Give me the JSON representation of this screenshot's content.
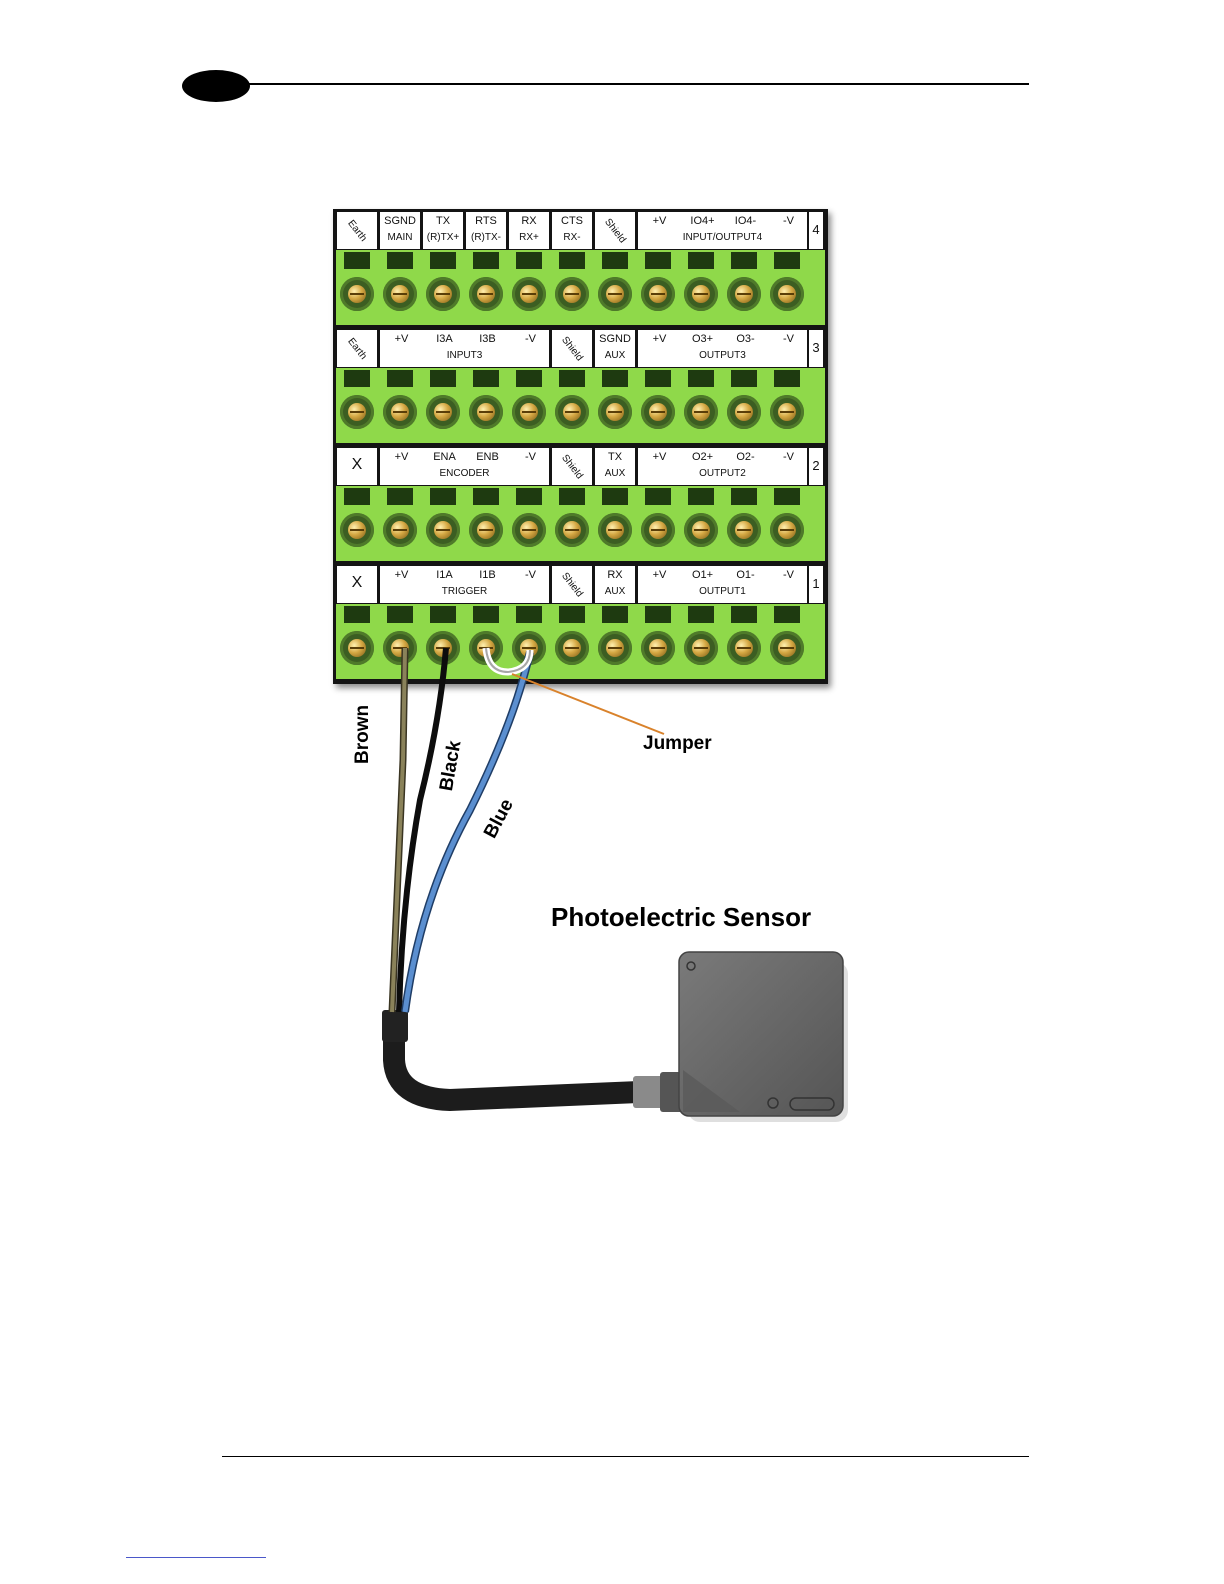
{
  "header": {
    "tab_marker": ""
  },
  "terminal_block": {
    "rows": [
      {
        "row_number": "4",
        "cells": [
          {
            "type": "rot",
            "text": "Earth"
          },
          {
            "type": "two",
            "top": "SGND",
            "bot": "MAIN"
          },
          {
            "type": "two",
            "top": "TX",
            "bot": "(R)TX+"
          },
          {
            "type": "two",
            "top": "RTS",
            "bot": "(R)TX-"
          },
          {
            "type": "two",
            "top": "RX",
            "bot": "RX+"
          },
          {
            "type": "two",
            "top": "CTS",
            "bot": "RX-"
          },
          {
            "type": "rot",
            "text": "Shield"
          }
        ],
        "group": {
          "subs": [
            "+V",
            "IO4+",
            "IO4-",
            "-V"
          ],
          "name": "INPUT/OUTPUT4"
        }
      },
      {
        "row_number": "3",
        "cells": [
          {
            "type": "rot",
            "text": "Earth"
          }
        ],
        "group_left": {
          "subs": [
            "+V",
            "I3A",
            "I3B",
            "-V"
          ],
          "name": "INPUT3"
        },
        "cells_mid": [
          {
            "type": "rot",
            "text": "Shield"
          },
          {
            "type": "two",
            "top": "SGND",
            "bot": "AUX"
          }
        ],
        "group": {
          "subs": [
            "+V",
            "O3+",
            "O3-",
            "-V"
          ],
          "name": "OUTPUT3"
        }
      },
      {
        "row_number": "2",
        "cells": [
          {
            "type": "big",
            "text": "X"
          }
        ],
        "group_left": {
          "subs": [
            "+V",
            "ENA",
            "ENB",
            "-V"
          ],
          "name": "ENCODER"
        },
        "cells_mid": [
          {
            "type": "rot",
            "text": "Shield"
          },
          {
            "type": "two",
            "top": "TX",
            "bot": "AUX"
          }
        ],
        "group": {
          "subs": [
            "+V",
            "O2+",
            "O2-",
            "-V"
          ],
          "name": "OUTPUT2"
        }
      },
      {
        "row_number": "1",
        "cells": [
          {
            "type": "big",
            "text": "X"
          }
        ],
        "group_left": {
          "subs": [
            "+V",
            "I1A",
            "I1B",
            "-V"
          ],
          "name": "TRIGGER"
        },
        "cells_mid": [
          {
            "type": "rot",
            "text": "Shield"
          },
          {
            "type": "two",
            "top": "RX",
            "bot": "AUX"
          }
        ],
        "group": {
          "subs": [
            "+V",
            "O1+",
            "O1-",
            "-V"
          ],
          "name": "OUTPUT1"
        }
      }
    ],
    "terminals_per_row": 11
  },
  "wires": {
    "brown": "Brown",
    "black": "Black",
    "blue": "Blue",
    "jumper": "Jumper",
    "colors": {
      "brown": "#6b6440",
      "black": "#111111",
      "blue": "#4a7fc1",
      "jumper": "#d9822b",
      "cable": "#1c1c1c"
    }
  },
  "sensor": {
    "title": "Photoelectric Sensor",
    "body_color": "#6e6e6e"
  }
}
